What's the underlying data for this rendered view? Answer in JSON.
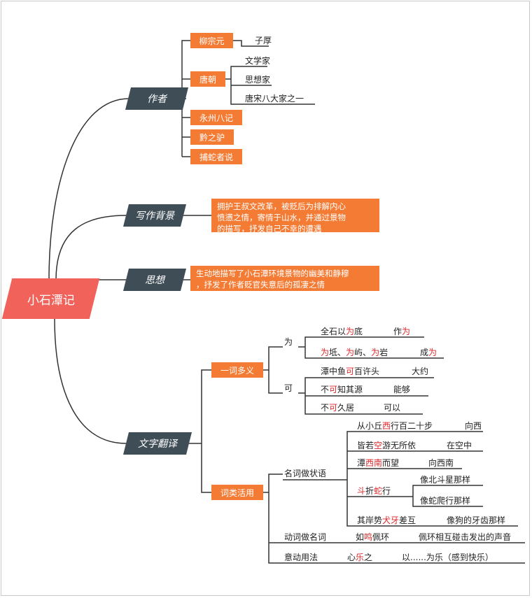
{
  "root": "小石潭记",
  "author": {
    "title": "作者",
    "name": "柳宗元",
    "zihou": "子厚",
    "dynasty": "唐朝",
    "roles": [
      "文学家",
      "思想家",
      "唐宋八大家之一"
    ],
    "works": [
      "永州八记",
      "黔之驴",
      "捕蛇者说"
    ]
  },
  "background": {
    "title": "写作背景",
    "text": [
      "拥护王叔文改革，被贬后为排解内心",
      "愤懑之情，寄情于山水，并通过景物",
      "的描写，抒发自己不幸的遭遇"
    ]
  },
  "idea": {
    "title": "思想",
    "text": [
      "生动地描写了小石潭环境景物的幽美和静穆",
      "，抒发了作者贬官失意后的孤凄之情"
    ]
  },
  "translation": {
    "title": "文字翻译",
    "polysemy": {
      "label": "一词多义",
      "wei": {
        "char": "为",
        "row1": {
          "a": "全石以",
          "b": "为",
          "c": "底",
          "meaning1": "作",
          "meaning2": "为"
        },
        "row2": {
          "a": "为",
          "b": "坻、",
          "c": "为",
          "d": "屿、",
          "e": "为",
          "f": "岩",
          "meaning1": "成",
          "meaning2": "为"
        }
      },
      "ke": {
        "char": "可",
        "row1": {
          "a": "潭中鱼",
          "b": "可",
          "c": "百许头",
          "meaning": "大约"
        },
        "row2": {
          "a": "不",
          "b": "可",
          "c": "知其源",
          "meaning": "能够"
        },
        "row3": {
          "a": "不",
          "b": "可",
          "c": "久居",
          "meaning": "可以"
        }
      }
    },
    "conversion": {
      "label": "词类活用",
      "noun_adverbial": {
        "label": "名词做状语",
        "r1": {
          "a": "从小丘",
          "b": "西",
          "c": "行百二十步",
          "meaning": "向西"
        },
        "r2": {
          "a": "皆若",
          "b": "空",
          "c": "游无所依",
          "meaning": "在空中"
        },
        "r3": {
          "a": "潭",
          "b": "西南",
          "c": "而望",
          "meaning": "向西南"
        },
        "r4": {
          "a": "斗",
          "b": "折",
          "c": "蛇",
          "d": "行",
          "meaning1": "像北斗星那样",
          "meaning2": "像蛇爬行那样"
        },
        "r5": {
          "a": "其岸势",
          "b": "犬牙",
          "c": "差互",
          "meaning": "像狗的牙齿那样"
        }
      },
      "verb_noun": {
        "label": "动词做名词",
        "a": "如",
        "b": "鸣",
        "c": "佩环",
        "meaning": "佩环相互碰击发出的声音"
      },
      "causative": {
        "label": "意动用法",
        "a": "心",
        "b": "乐",
        "c": "之",
        "meaning": "以......为乐（感到快乐）"
      }
    }
  }
}
